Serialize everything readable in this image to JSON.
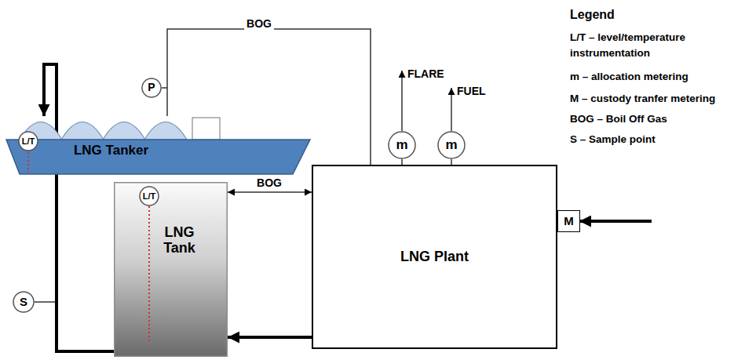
{
  "diagram": {
    "nodes": [
      {
        "text": [
          "LNG Tanker"
        ]
      },
      {
        "text": [
          "L/T"
        ],
        "in": 0
      },
      {
        "text": [
          "P"
        ]
      },
      {
        "text": [
          "m"
        ]
      },
      {
        "text": [
          "m"
        ]
      },
      {
        "text": [
          "LNG Tank"
        ]
      },
      {
        "text": [
          "L/T"
        ],
        "in": 5
      },
      {
        "text": [
          "LNG Plant"
        ]
      },
      {
        "text": [
          "M"
        ]
      },
      {
        "text": [
          "S"
        ]
      }
    ],
    "edges": [
      {
        "from": 0,
        "to": 7,
        "label": "BOG",
        "arrow": "none"
      },
      {
        "from": 5,
        "to": 7,
        "label": "BOG",
        "arrow": "both"
      },
      {
        "from": 7,
        "to": 5,
        "arrow": "to"
      },
      {
        "from": 5,
        "to": 0,
        "arrow": "to"
      },
      {
        "from": 7,
        "to": 3,
        "arrow": "none"
      },
      {
        "from": 7,
        "to": 4,
        "arrow": "none"
      }
    ],
    "labels": [
      "FLARE",
      "FUEL",
      "Legend"
    ],
    "legend": [
      {
        "text": "L/T – level/temperature instrumentation"
      },
      {
        "text": "m – allocation metering"
      },
      {
        "text": "M – custody tranfer metering"
      },
      {
        "text": "BOG – Boil Off Gas"
      },
      {
        "text": "S – Sample point"
      }
    ]
  }
}
